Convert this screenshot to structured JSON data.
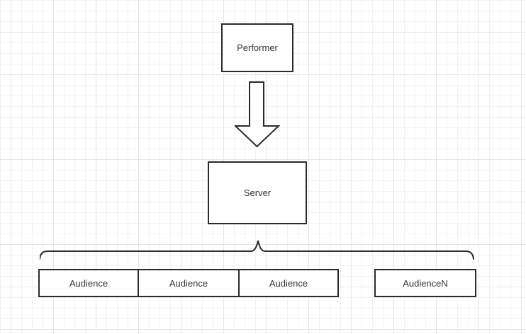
{
  "diagram": {
    "nodes": {
      "performer": {
        "label": "Performer"
      },
      "server": {
        "label": "Server"
      },
      "audiences": [
        {
          "label": "Audience"
        },
        {
          "label": "Audience"
        },
        {
          "label": "Audience"
        },
        {
          "label": "AudienceN"
        }
      ]
    },
    "connectors": {
      "performer_to_server": "block-arrow-down",
      "server_to_audiences": "horizontal-curly-brace"
    },
    "colors": {
      "canvas_background": "#ffffff",
      "grid_minor": "#f2f2f4",
      "grid_major": "#e6e6e9",
      "shape_border": "#2b2b2b",
      "shape_fill": "#ffffff",
      "text": "#333333"
    }
  }
}
